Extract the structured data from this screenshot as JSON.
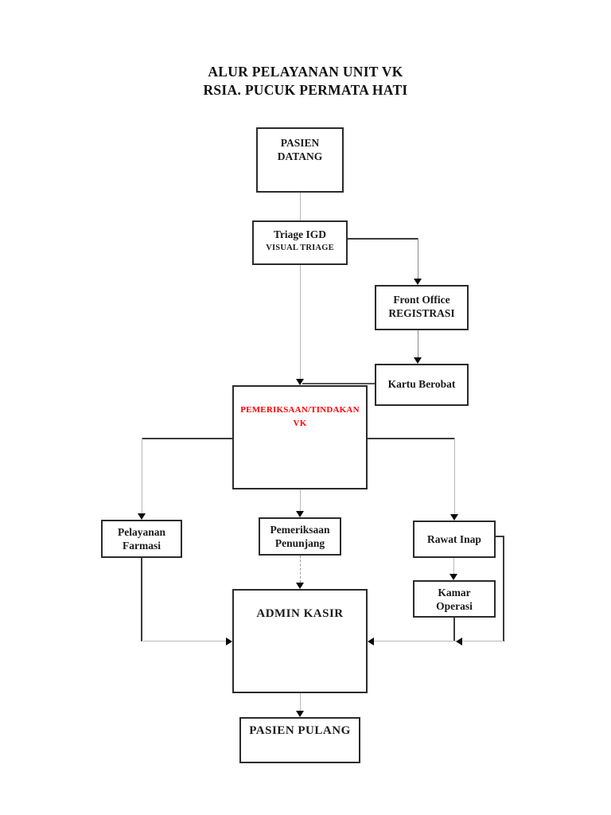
{
  "page": {
    "title_line1": "ALUR PELAYANAN UNIT VK",
    "title_line2": "RSIA. PUCUK PERMATA HATI"
  },
  "colors": {
    "alert_text": "#FF0000",
    "box_border": "#2B2B2B",
    "connector_dark": "#3A3A3A",
    "connector_light": "#B9B9B9",
    "background": "#FFFFFF"
  },
  "nodes": {
    "pasien_datang": {
      "line1": "PASIEN",
      "line2": "DATANG"
    },
    "triage": {
      "line1": "Triage IGD",
      "line2": "VISUAL TRIAGE"
    },
    "front_office": {
      "line1": "Front Office",
      "line2": "REGISTRASI"
    },
    "kartu_berobat": {
      "label": "Kartu Berobat"
    },
    "pemeriksaan_vk": {
      "label": "PEMERIKSAAN/TINDAKAN VK"
    },
    "pelayanan_farmasi": {
      "line1": "Pelayanan",
      "line2": "Farmasi"
    },
    "pemeriksaan_penunjang": {
      "line1": "Pemeriksaan",
      "line2": "Penunjang"
    },
    "rawat_inap": {
      "label": "Rawat Inap"
    },
    "kamar_operasi": {
      "line1": "Kamar",
      "line2": "Operasi"
    },
    "admin_kasir": {
      "label": "ADMIN KASIR"
    },
    "pasien_pulang": {
      "label": "PASIEN PULANG"
    }
  }
}
